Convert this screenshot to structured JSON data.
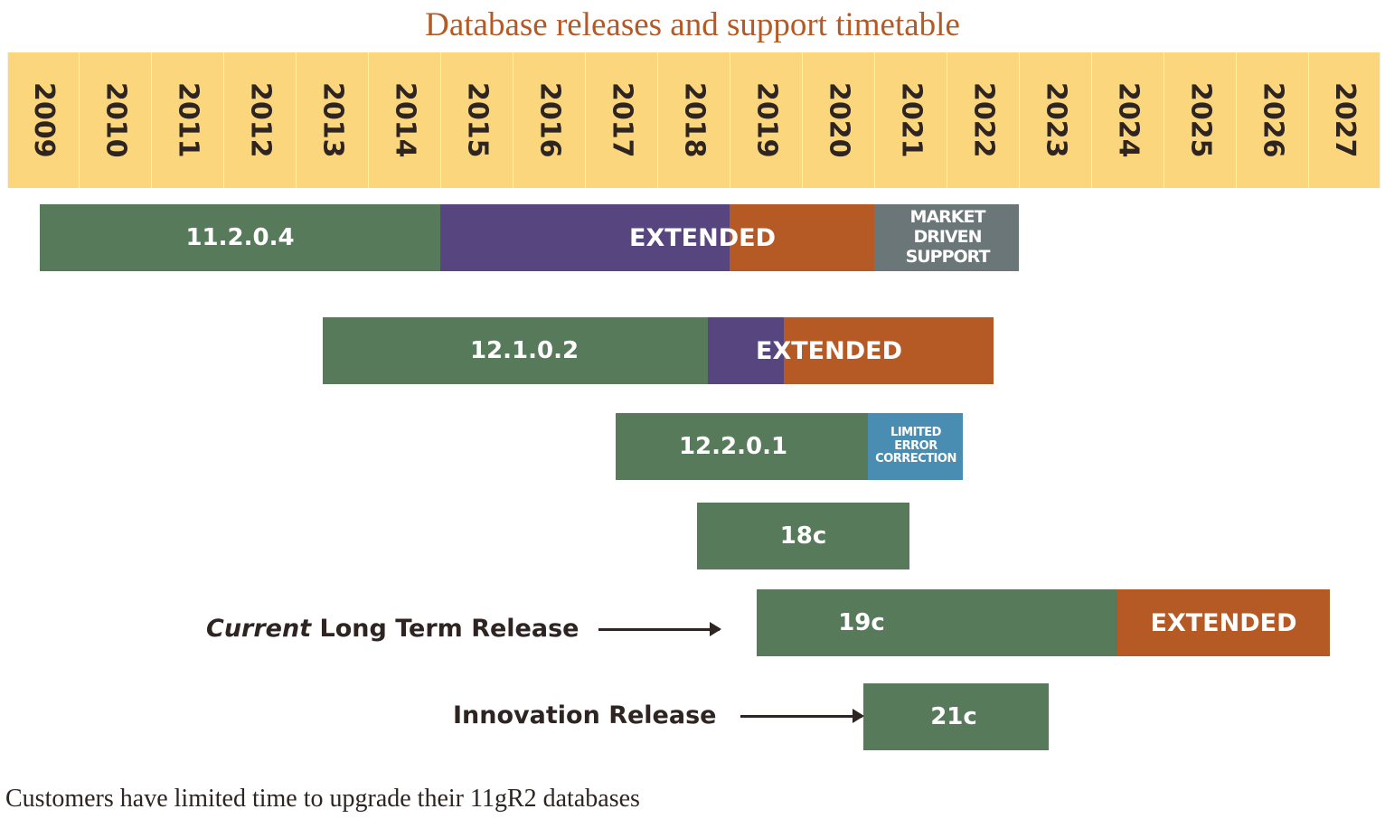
{
  "title": "Database releases and support timetable",
  "caption": "Customers have limited time to upgrade their 11gR2 databases",
  "colors": {
    "year_band": "#fcd67c",
    "premier": "#577a5a",
    "extended_waived": "#574580",
    "extended": "#b55a25",
    "market_driven": "#6a7678",
    "limited_error": "#4a8db3",
    "text_dark": "#2e2522",
    "title": "#b55a25"
  },
  "years": [
    "2009",
    "2010",
    "2011",
    "2012",
    "2013",
    "2014",
    "2015",
    "2016",
    "2017",
    "2018",
    "2019",
    "2020",
    "2021",
    "2022",
    "2023",
    "2024",
    "2025",
    "2026",
    "2027"
  ],
  "releases": [
    {
      "name": "11.2.0.4",
      "extended_label": "EXTENDED",
      "market_driven_label": "MARKET DRIVEN SUPPORT"
    },
    {
      "name": "12.1.0.2",
      "extended_label": "EXTENDED"
    },
    {
      "name": "12.2.0.1",
      "limited_label": "LIMITED ERROR CORRECTION"
    },
    {
      "name": "18c"
    },
    {
      "name": "19c",
      "extended_label": "EXTENDED"
    },
    {
      "name": "21c"
    }
  ],
  "callouts": {
    "lts_em": "Current",
    "lts_rest": " Long Term Release",
    "innovation": "Innovation Release"
  }
}
